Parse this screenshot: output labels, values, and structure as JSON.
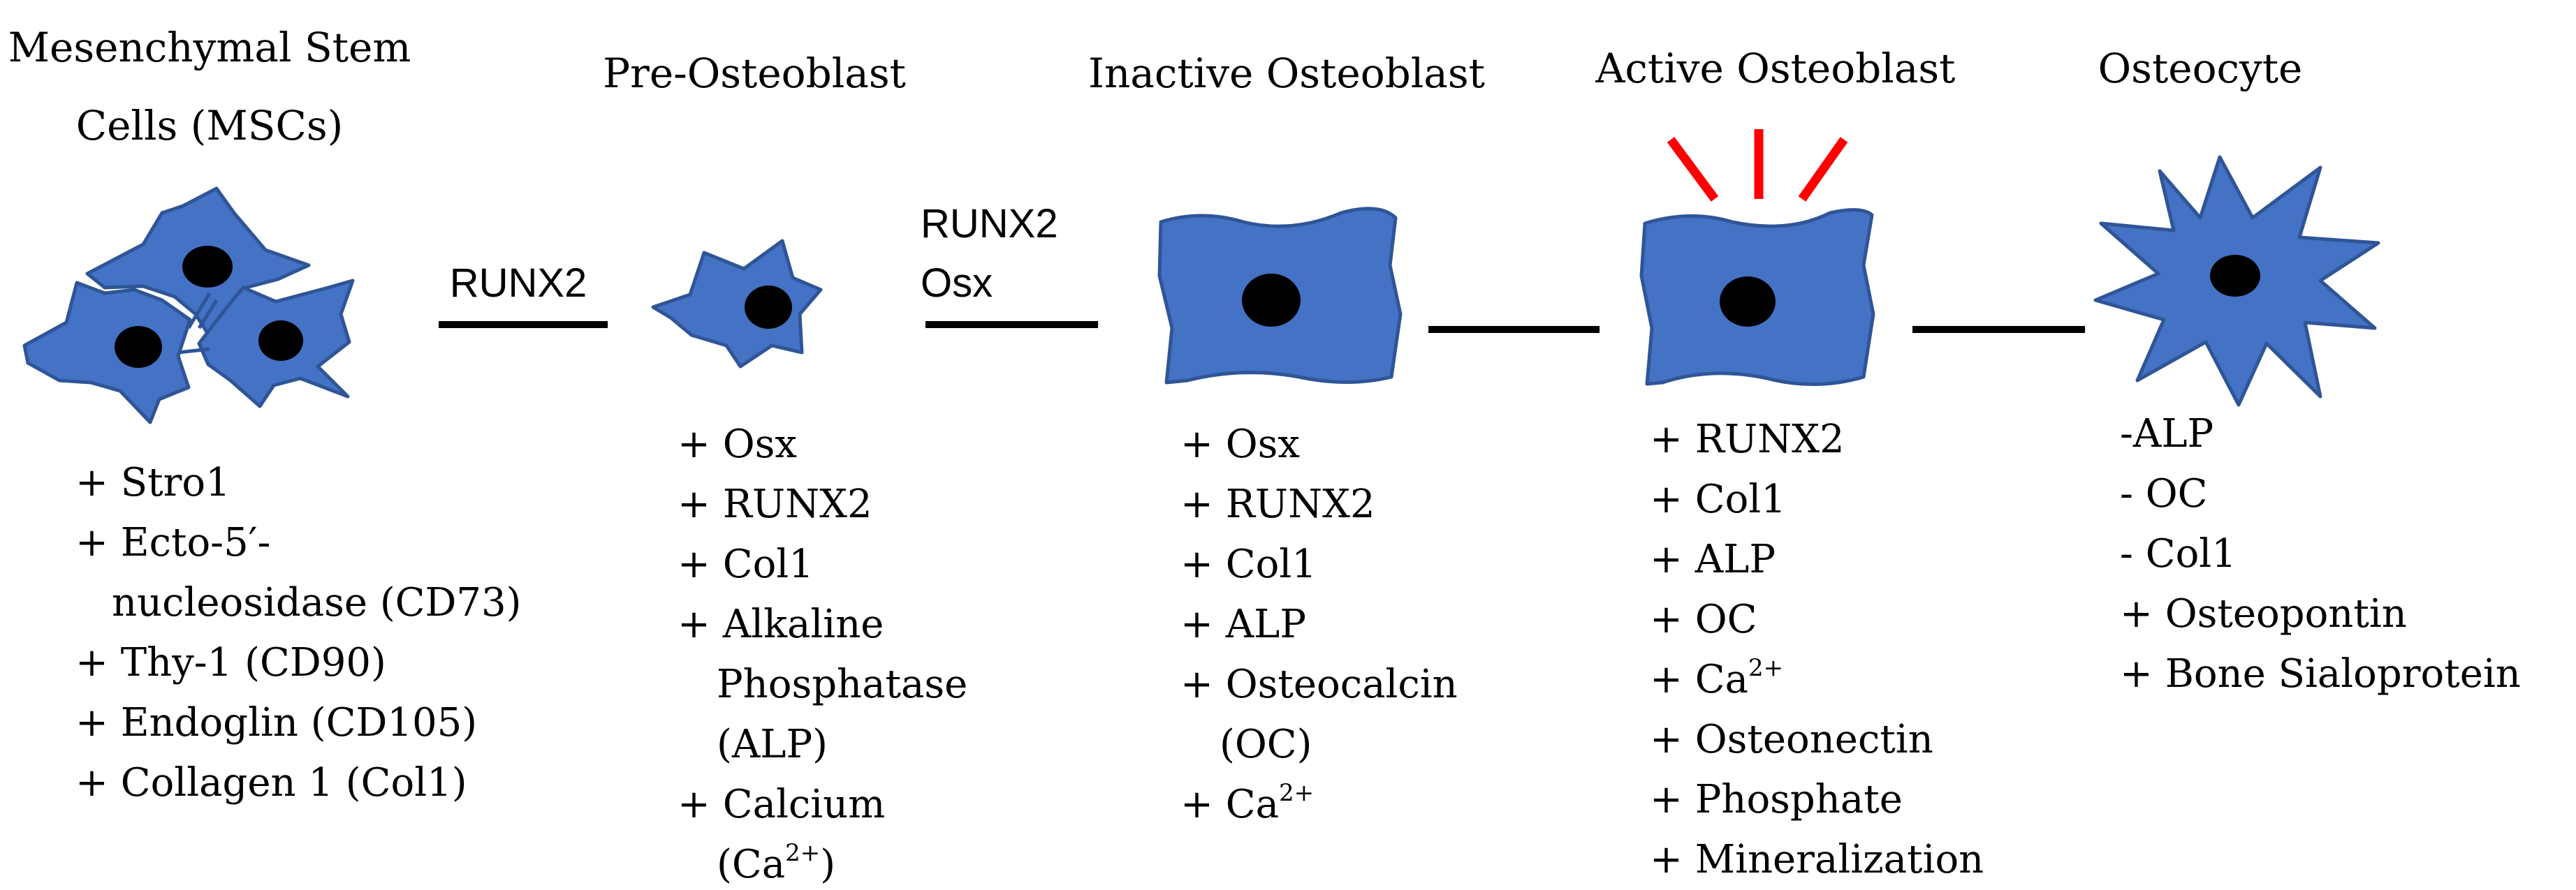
{
  "colors": {
    "cell_fill": "#4472C4",
    "cell_stroke": "#2F5597",
    "nucleus": "#000000",
    "activity_lines": "#FF0000",
    "arrow": "#000000",
    "text": "#000000"
  },
  "stages": [
    {
      "title_lines": [
        "Mesenchymal Stem",
        "Cells (MSCs)"
      ],
      "markers": [
        [
          "+ Stro1"
        ],
        [
          "+ Ecto-5′-"
        ],
        [
          "nucleosidase (CD73)"
        ],
        [
          "+ Thy-1 (CD90)"
        ],
        [
          "+ Endoglin (CD105)"
        ],
        [
          "+ Collagen 1 (Col1)"
        ]
      ]
    },
    {
      "title_lines": [
        "Pre-Osteoblast"
      ],
      "markers": [
        [
          "+ Osx"
        ],
        [
          "+ RUNX2"
        ],
        [
          "+ Col1"
        ],
        [
          "+ Alkaline"
        ],
        [
          "Phosphatase"
        ],
        [
          "(ALP)"
        ],
        [
          "+ Calcium"
        ],
        [
          "(Ca",
          "2+",
          ")"
        ]
      ]
    },
    {
      "title_lines": [
        "Inactive Osteoblast"
      ],
      "markers": [
        [
          "+ Osx"
        ],
        [
          "+ RUNX2"
        ],
        [
          "+ Col1"
        ],
        [
          "+ ALP"
        ],
        [
          "+ Osteocalcin"
        ],
        [
          "(OC)"
        ],
        [
          "+ Ca",
          "2+"
        ]
      ]
    },
    {
      "title_lines": [
        "Active Osteoblast"
      ],
      "markers": [
        [
          "+ RUNX2"
        ],
        [
          "+ Col1"
        ],
        [
          "+ ALP"
        ],
        [
          "+ OC"
        ],
        [
          "+ Ca",
          "2+"
        ],
        [
          "+ Osteonectin"
        ],
        [
          "+ Phosphate"
        ],
        [
          "+ Mineralization"
        ]
      ]
    },
    {
      "title_lines": [
        "Osteocyte"
      ],
      "markers": [
        [
          "-ALP"
        ],
        [
          "- OC"
        ],
        [
          "- Col1"
        ],
        [
          "+ Osteopontin"
        ],
        [
          "+ Bone Sialoprotein"
        ]
      ]
    }
  ],
  "arrows": [
    {
      "label_lines": [
        "RUNX2"
      ]
    },
    {
      "label_lines": [
        "RUNX2",
        "Osx"
      ]
    },
    {
      "label_lines": []
    },
    {
      "label_lines": []
    }
  ]
}
